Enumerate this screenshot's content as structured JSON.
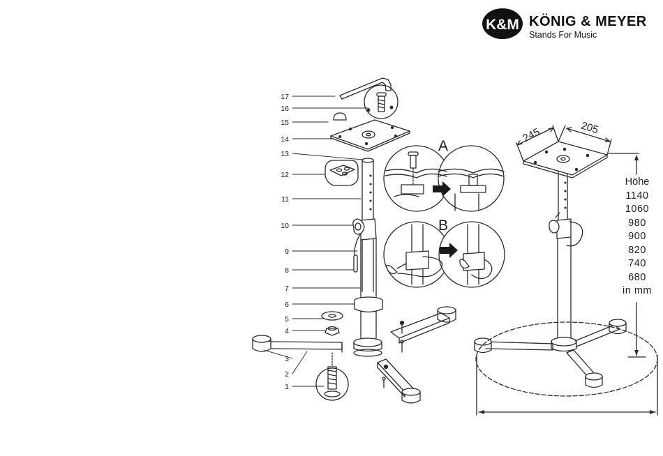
{
  "brand": {
    "badge_text": "K&M",
    "name": "KÖNIG & MEYER",
    "tagline": "Stands For Music"
  },
  "diagram": {
    "part_numbers": [
      "17",
      "16",
      "15",
      "14",
      "13",
      "12",
      "11",
      "10",
      "9",
      "8",
      "7",
      "6",
      "5",
      "4",
      "3",
      "2",
      "1"
    ],
    "detail_labels": [
      "A",
      "B"
    ],
    "dimension_labels": [
      "245",
      "205"
    ],
    "height_title": "Höhe",
    "heights": [
      "1140",
      "1060",
      "980",
      "900",
      "820",
      "740",
      "680"
    ],
    "height_unit": "in  mm"
  },
  "colors": {
    "line": "#2a2a2a",
    "logo": "#111111"
  }
}
